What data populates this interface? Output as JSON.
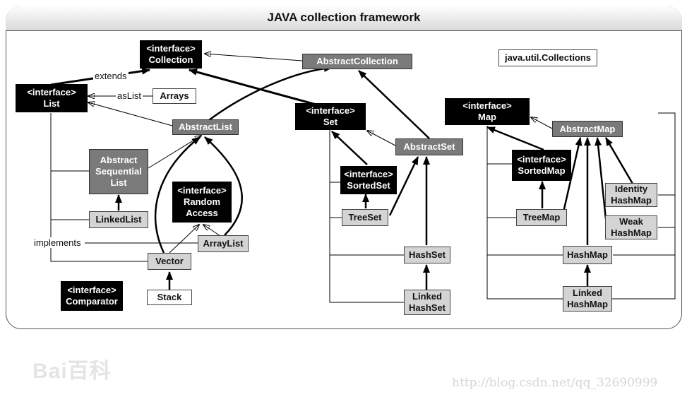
{
  "title": "JAVA collection framework",
  "nodes": {
    "collection": "<interface>\nCollection",
    "abstract_collection": "AbstractCollection",
    "util_collections": "java.util.Collections",
    "list": "<interface>\nList",
    "arrays": "Arrays",
    "abstract_list": "AbstractList",
    "set": "<interface>\nSet",
    "abstract_set": "AbstractSet",
    "map": "<interface>\nMap",
    "abstract_map": "AbstractMap",
    "abstract_sequential_list": "Abstract\nSequential\nList",
    "linked_list": "LinkedList",
    "random_access": "<interface>\nRandom\nAccess",
    "array_list": "ArrayList",
    "vector": "Vector",
    "stack": "Stack",
    "comparator": "<interface>\nComparator",
    "sorted_set": "<interface>\nSortedSet",
    "tree_set": "TreeSet",
    "hash_set": "HashSet",
    "linked_hash_set": "Linked\nHashSet",
    "sorted_map": "<interface>\nSortedMap",
    "tree_map": "TreeMap",
    "identity_hash_map": "Identity\nHashMap",
    "weak_hash_map": "Weak\nHashMap",
    "hash_map": "HashMap",
    "linked_hash_map": "Linked\nHashMap"
  },
  "labels": {
    "extends": "extends",
    "as_list": "asList",
    "implements": "implements"
  },
  "legend_colors": {
    "interface": "#000000",
    "abstract_class": "#7a7a7a",
    "concrete_class": "#d4d4d4",
    "utility_class": "#ffffff"
  },
  "watermark": {
    "brand": "Bai百科",
    "url": "http://blog.csdn.net/qq_32690999"
  }
}
